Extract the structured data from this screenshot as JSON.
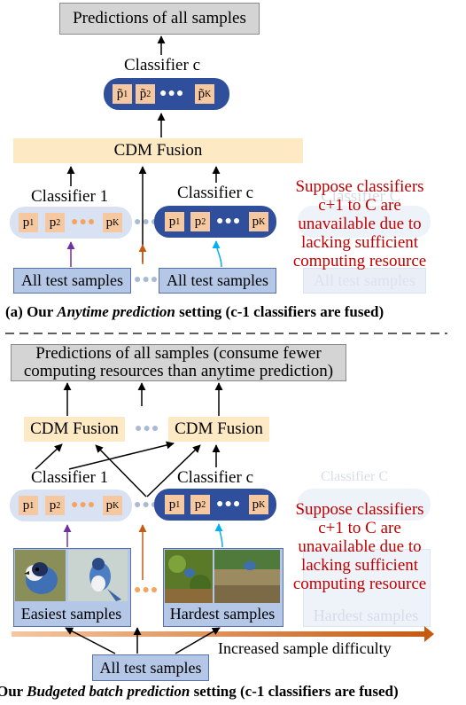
{
  "top": {
    "predictions_label": "Predictions of all samples",
    "classifier_c_label": "Classifier c",
    "fused_probs": [
      "p̃",
      "p̃",
      "p̃"
    ],
    "fused_subs": [
      "1",
      "2",
      "K"
    ],
    "cdm_fusion_label": "CDM Fusion",
    "classifier_1_label": "Classifier 1",
    "classifier_c2_label": "Classifier c",
    "faded_classifier_label": "Classifier C",
    "probs": [
      "p",
      "p",
      "p"
    ],
    "prob_subs": [
      "1",
      "2",
      "K"
    ],
    "samples_left_label": "All test samples",
    "samples_right_label": "All test samples",
    "faded_samples_label": "All test samples",
    "note_line1": "Suppose classifiers",
    "note_line2": "c+1 to C are",
    "note_line3": "unavailable due to",
    "note_line4": "lacking sufficient",
    "note_line5": "computing resource",
    "caption_prefix": "(a) Our ",
    "caption_italic": "Anytime prediction",
    "caption_suffix": " setting (c-1 classifiers are fused)"
  },
  "bottom": {
    "predictions_line1": "Predictions of all samples (consume fewer",
    "predictions_line2": "computing resources than anytime prediction)",
    "cdm_left_label": "CDM Fusion",
    "cdm_right_label": "CDM Fusion",
    "classifier_1_label": "Classifier 1",
    "classifier_c_label": "Classifier c",
    "faded_classifier_label": "Classifier C",
    "easiest_label": "Easiest samples",
    "hardest_label": "Hardest samples",
    "faded_hardest_label": "Hardest samples",
    "difficulty_label": "Increased sample difficulty",
    "all_samples_label": "All test samples",
    "note_line1": "Suppose classifiers",
    "note_line2": "c+1 to C are",
    "note_line3": "unavailable due to",
    "note_line4": "lacking sufficient",
    "note_line5": "computing resource",
    "caption_prefix": "Our ",
    "caption_italic": "Budgeted batch prediction",
    "caption_suffix": " setting  (c-1 classifiers are fused)"
  },
  "colors": {
    "arrow_purple": "#7030a0",
    "arrow_brown": "#c55a11",
    "arrow_cyan": "#00b0f0",
    "pill_dark": "#2f4f9c",
    "pill_light": "#d9e2f3",
    "note_red": "#c00000",
    "cdm_fill": "#fde9c3"
  }
}
